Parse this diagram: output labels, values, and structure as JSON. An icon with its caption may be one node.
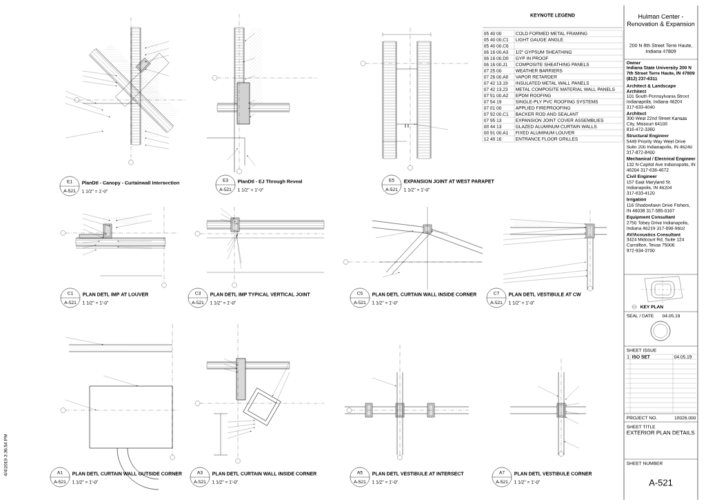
{
  "diagram": {
    "nodes": [
      {
        "text": [
          "E1",
          "A-521"
        ]
      },
      {
        "text": [
          "PlanDtl - Canopy - Curtainwall Intersection",
          "1 1/2\" = 1'-0\""
        ]
      },
      {
        "text": [
          "E3",
          "A-521"
        ]
      },
      {
        "text": [
          "PlanDtl - EJ Through Reveal",
          "1 1/2\" = 1'-0\""
        ]
      },
      {
        "text": [
          "E5",
          "A-521"
        ]
      },
      {
        "text": [
          "EXPANSION JOINT AT WEST PARAPET",
          "1 1/2\" = 1'-0\""
        ]
      },
      {
        "text": [
          "C1",
          "A-521"
        ]
      },
      {
        "text": [
          "PLAN DETL IMP AT LOUVER",
          "1 1/2\" = 1'-0\""
        ]
      },
      {
        "text": [
          "C3",
          "A-521"
        ]
      },
      {
        "text": [
          "PLAN DETL IMP TYPICAL VERTICAL JOINT",
          "1 1/2\" = 1'-0\""
        ]
      },
      {
        "text": [
          "C5",
          "A-521"
        ]
      },
      {
        "text": [
          "PLAN DETL CURTAIN WALL INSIDE CORNER",
          "1 1/2\" = 1'-0\""
        ]
      },
      {
        "text": [
          "C7",
          "A-521"
        ]
      },
      {
        "text": [
          "PLAN DETL VESTIBULE AT CW",
          "1 1/2\" = 1'-0\""
        ]
      },
      {
        "text": [
          "A1",
          "A-521"
        ]
      },
      {
        "text": [
          "PLAN DETL CURTAIN WALL OUTSIDE CORNER",
          "1 1/2\" = 1'-0\""
        ]
      },
      {
        "text": [
          "A3",
          "A-521"
        ]
      },
      {
        "text": [
          "PLAN DETL CURTAIN WALL INSIDE CORNER",
          "1 1/2\" = 1'-0\""
        ]
      },
      {
        "text": [
          "A5",
          "A-521"
        ]
      },
      {
        "text": [
          "PLAN DETL VESTIBULE AT  INTERSECT",
          "1 1/2\" = 1'-0\""
        ]
      },
      {
        "text": [
          "A7",
          "A-521"
        ]
      },
      {
        "text": [
          "PLAN DETL VESTIBULE CORNER",
          "1 1/2\" = 1'-0\""
        ]
      }
    ],
    "edges": [],
    "labels": [
      "KEYNOTE LEGEND",
      "05 40 00",
      "COLD FORMED METAL FRAMING",
      "05 40 00.C1",
      "LIGHT GAUGE ANGLE",
      "05 40 00.C6",
      "06 16 00.A3",
      "1/2\" GYPSUM SHEATHING",
      "06 16 00.D8",
      "GYP IN PROOF",
      "06 16 00.J1",
      "COMPOSITE SHEATHING PANELS",
      "07 25 00",
      "WEATHER BARRIERS",
      "07 26 00.A8",
      "VAPOR RETARDER",
      "07 42 13.19",
      "INSULATED METAL WALL PANELS",
      "07 42 13.23",
      "METAL COMPOSITE MATERIAL WALL PANELS",
      "07 51 00.A2",
      "EPDM ROOFING",
      "07 54 19",
      "SINGLE-PLY PVC ROOFING SYSTEMS",
      "07 81 00",
      "APPLIED FIREPROOFING",
      "07 92 00.C1",
      "BACKER ROD AND SEALANT",
      "07 95 13",
      "EXPANSION JOINT COVER ASSEMBLIES",
      "08 44 13",
      "GLAZED ALUMINUM CURTAIN WALLS",
      "08 91 00.A1",
      "FIXED ALUMINUM LOUVER",
      "12 48 16",
      "ENTRANCE FLOOR GRILLES",
      "Hulman Center - Renovation & Expansion",
      "200 N 8th Street Terre Haute, Indiana 47809",
      "Owner",
      "Indiana State University 200 N 7th Street Terre Haute, IN 47809 (812) 237-6311",
      "Architect & Landscape Architect",
      "101 South Pennsylvania Street Indianapolis, Indiana 46204 317-633-4040",
      "Architect",
      "300 West 22nd Street Kansas City, Missouri 64108 816-472-3360",
      "Structural Engineer",
      "5449 Priority Way West Drive Suite 200 Indianapolis, IN 46240 317-872-8400",
      "Mechanical / Electrical Engineer",
      "132 N Capitol Ave Indianapolis, IN 46204 317-636-4672",
      "Civil Engineer",
      "157 East Maryland St. Indianapolis, IN 46204 317-633-4120",
      "Irrigation",
      "116 Shadowlawn Drive Fishers, IN 46038 317-585-0167",
      "Equipment Consultant",
      "2750 Tobey Drive Indianapolis, Indiana 46219 317-898-9602",
      "AV/Acoustics Consultant",
      "3424 Midcourt Rd, Suite 124 Carrollton, Texas 75006 972-934-3700",
      "KEY PLAN",
      "SEAL / DATE",
      "04.05.19",
      "SHEET ISSUE",
      "1",
      "ISO SET",
      "04.05.19",
      "PROJECT NO.",
      "18026.000",
      "SHEET TITLE",
      "EXTERIOR PLAN DETAILS",
      "SHEET NUMBER",
      "A-521",
      "4/4/2019 3:36:54 PM"
    ]
  }
}
